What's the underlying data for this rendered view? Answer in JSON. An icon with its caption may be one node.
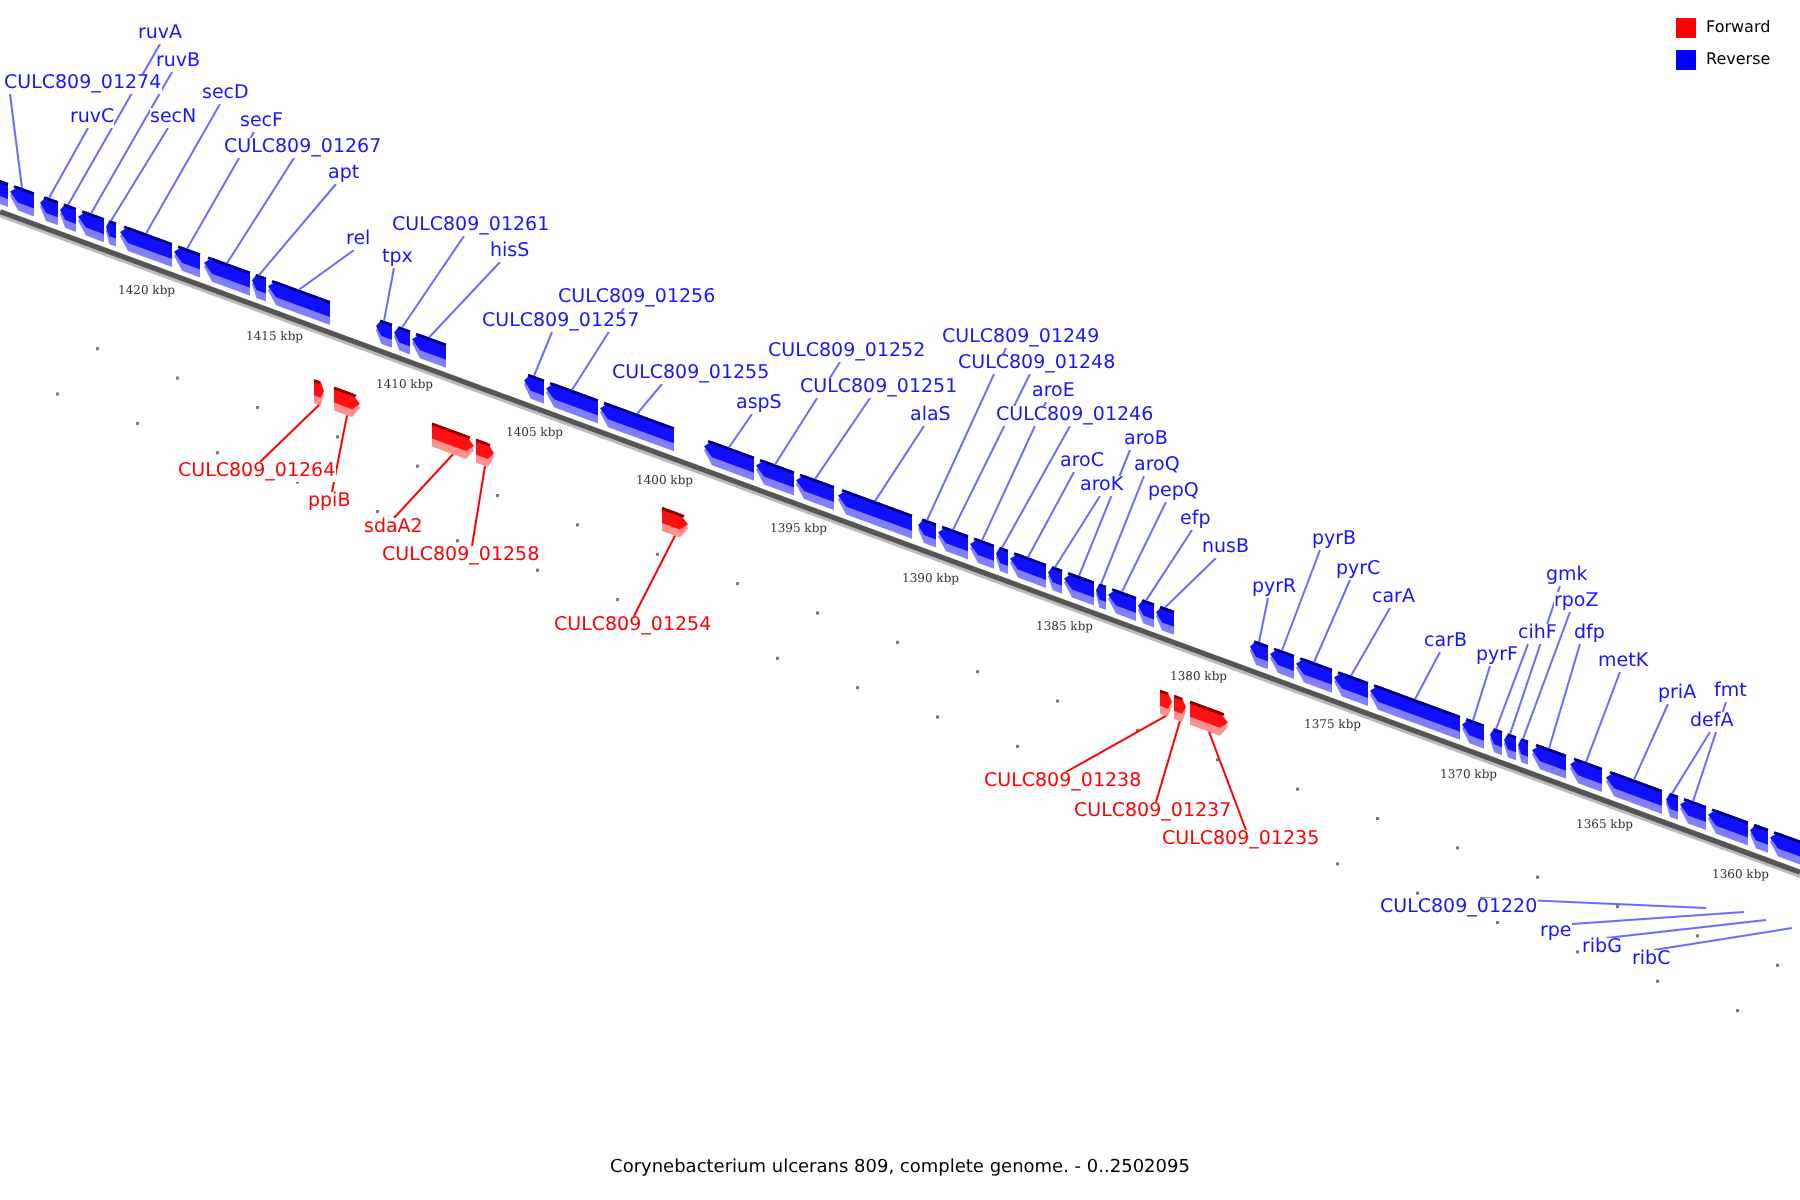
{
  "diagram": {
    "caption": "Corynebacterium ulcerans 809, complete genome. - 0..2502095",
    "nodes": [
      {
        "text": [
          "CULC809_01274"
        ]
      },
      {
        "text": [
          "ruvA"
        ]
      },
      {
        "text": [
          "ruvB"
        ]
      },
      {
        "text": [
          "ruvC"
        ]
      },
      {
        "text": [
          "secN"
        ]
      },
      {
        "text": [
          "secD"
        ]
      },
      {
        "text": [
          "secF"
        ]
      },
      {
        "text": [
          "CULC809_01267"
        ]
      },
      {
        "text": [
          "apt"
        ]
      },
      {
        "text": [
          "rel"
        ]
      },
      {
        "text": [
          "tpx"
        ]
      },
      {
        "text": [
          "CULC809_01261"
        ]
      },
      {
        "text": [
          "hisS"
        ]
      },
      {
        "text": [
          "CULC809_01256"
        ]
      },
      {
        "text": [
          "CULC809_01257"
        ]
      },
      {
        "text": [
          "CULC809_01255"
        ]
      },
      {
        "text": [
          "aspS"
        ]
      },
      {
        "text": [
          "CULC809_01252"
        ]
      },
      {
        "text": [
          "CULC809_01251"
        ]
      },
      {
        "text": [
          "alaS"
        ]
      },
      {
        "text": [
          "CULC809_01249"
        ]
      },
      {
        "text": [
          "CULC809_01248"
        ]
      },
      {
        "text": [
          "aroE"
        ]
      },
      {
        "text": [
          "CULC809_01246"
        ]
      },
      {
        "text": [
          "aroC"
        ]
      },
      {
        "text": [
          "aroK"
        ]
      },
      {
        "text": [
          "aroB"
        ]
      },
      {
        "text": [
          "aroQ"
        ]
      },
      {
        "text": [
          "pepQ"
        ]
      },
      {
        "text": [
          "efp"
        ]
      },
      {
        "text": [
          "nusB"
        ]
      },
      {
        "text": [
          "pyrR"
        ]
      },
      {
        "text": [
          "pyrB"
        ]
      },
      {
        "text": [
          "pyrC"
        ]
      },
      {
        "text": [
          "carA"
        ]
      },
      {
        "text": [
          "carB"
        ]
      },
      {
        "text": [
          "pyrF"
        ]
      },
      {
        "text": [
          "cihF"
        ]
      },
      {
        "text": [
          "gmk"
        ]
      },
      {
        "text": [
          "rpoZ"
        ]
      },
      {
        "text": [
          "dfp"
        ]
      },
      {
        "text": [
          "metK"
        ]
      },
      {
        "text": [
          "priA"
        ]
      },
      {
        "text": [
          "defA"
        ]
      },
      {
        "text": [
          "fmt"
        ]
      },
      {
        "text": [
          "CULC809_01220"
        ]
      },
      {
        "text": [
          "rpe"
        ]
      },
      {
        "text": [
          "ribG"
        ]
      },
      {
        "text": [
          "ribC"
        ]
      },
      {
        "text": [
          "CULC809_01264"
        ]
      },
      {
        "text": [
          "ppiB"
        ]
      },
      {
        "text": [
          "sdaA2"
        ]
      },
      {
        "text": [
          "CULC809_01258"
        ]
      },
      {
        "text": [
          "CULC809_01254"
        ]
      },
      {
        "text": [
          "CULC809_01238"
        ]
      },
      {
        "text": [
          "CULC809_01237"
        ]
      },
      {
        "text": [
          "CULC809_01235"
        ]
      },
      {
        "text": [],
        "shape": "bar"
      },
      {
        "text": [],
        "shape": "bar"
      },
      {
        "text": [],
        "shape": "bar"
      },
      {
        "text": [],
        "shape": "bar"
      },
      {
        "text": [],
        "shape": "bar"
      },
      {
        "text": [],
        "shape": "bar"
      },
      {
        "text": [],
        "shape": "bar"
      },
      {
        "text": [],
        "shape": "bar"
      },
      {
        "text": [],
        "shape": "bar"
      },
      {
        "text": [],
        "shape": "bar"
      },
      {
        "text": [],
        "shape": "bar"
      },
      {
        "text": [],
        "shape": "bar"
      },
      {
        "text": [],
        "shape": "bar"
      },
      {
        "text": [],
        "shape": "bar"
      },
      {
        "text": [],
        "shape": "bar"
      },
      {
        "text": [],
        "shape": "bar"
      },
      {
        "text": [],
        "shape": "bar"
      },
      {
        "text": [],
        "shape": "bar"
      },
      {
        "text": [],
        "shape": "bar"
      },
      {
        "text": [],
        "shape": "bar"
      },
      {
        "text": [],
        "shape": "bar"
      },
      {
        "text": [],
        "shape": "bar"
      },
      {
        "text": [],
        "shape": "bar"
      },
      {
        "text": [],
        "shape": "bar"
      },
      {
        "text": [],
        "shape": "bar"
      },
      {
        "text": [],
        "shape": "bar"
      },
      {
        "text": [],
        "shape": "bar"
      },
      {
        "text": [],
        "shape": "bar"
      },
      {
        "text": [],
        "shape": "bar"
      },
      {
        "text": [],
        "shape": "bar"
      },
      {
        "text": [],
        "shape": "bar"
      },
      {
        "text": [],
        "shape": "bar"
      },
      {
        "text": [],
        "shape": "bar"
      },
      {
        "text": [],
        "shape": "bar"
      },
      {
        "text": [],
        "shape": "bar"
      },
      {
        "text": [],
        "shape": "bar"
      },
      {
        "text": [],
        "shape": "bar"
      },
      {
        "text": [],
        "shape": "bar"
      },
      {
        "text": [],
        "shape": "bar"
      },
      {
        "text": [],
        "shape": "bar"
      },
      {
        "text": [],
        "shape": "bar"
      },
      {
        "text": [],
        "shape": "bar"
      },
      {
        "text": [],
        "shape": "bar"
      },
      {
        "text": [],
        "shape": "bar"
      },
      {
        "text": [],
        "shape": "bar"
      },
      {
        "text": [],
        "shape": "bar"
      },
      {
        "text": [],
        "shape": "bar"
      },
      {
        "text": [],
        "shape": "bar"
      },
      {
        "text": [],
        "shape": "bar"
      },
      {
        "text": [],
        "shape": "bar"
      },
      {
        "text": [],
        "shape": "bar"
      },
      {
        "text": [],
        "shape": "bar"
      },
      {
        "text": [],
        "shape": "bar"
      },
      {
        "text": [],
        "shape": "bar"
      },
      {
        "text": [],
        "shape": "bar"
      },
      {
        "text": [],
        "shape": "bar"
      },
      {
        "text": [],
        "shape": "bar"
      }
    ],
    "edges": [
      {
        "from": 0,
        "to": 58,
        "arrow": "none"
      },
      {
        "from": 1,
        "to": 60,
        "arrow": "none"
      },
      {
        "from": 2,
        "to": 61,
        "arrow": "none"
      },
      {
        "from": 3,
        "to": 59,
        "arrow": "none"
      },
      {
        "from": 4,
        "to": 62,
        "arrow": "none"
      },
      {
        "from": 5,
        "to": 63,
        "arrow": "none"
      },
      {
        "from": 6,
        "to": 64,
        "arrow": "none"
      },
      {
        "from": 7,
        "to": 65,
        "arrow": "none"
      },
      {
        "from": 8,
        "to": 66,
        "arrow": "none"
      },
      {
        "from": 9,
        "to": 67,
        "arrow": "none"
      },
      {
        "from": 10,
        "to": 68,
        "arrow": "none"
      },
      {
        "from": 11,
        "to": 69,
        "arrow": "none"
      },
      {
        "from": 12,
        "to": 70,
        "arrow": "none"
      },
      {
        "from": 13,
        "to": 72,
        "arrow": "none"
      },
      {
        "from": 14,
        "to": 71,
        "arrow": "none"
      },
      {
        "from": 15,
        "to": 73,
        "arrow": "none"
      },
      {
        "from": 16,
        "to": 74,
        "arrow": "none"
      },
      {
        "from": 17,
        "to": 75,
        "arrow": "none"
      },
      {
        "from": 18,
        "to": 76,
        "arrow": "none"
      },
      {
        "from": 19,
        "to": 77,
        "arrow": "none"
      },
      {
        "from": 20,
        "to": 78,
        "arrow": "none"
      },
      {
        "from": 21,
        "to": 79,
        "arrow": "none"
      },
      {
        "from": 22,
        "to": 80,
        "arrow": "none"
      },
      {
        "from": 23,
        "to": 81,
        "arrow": "none"
      },
      {
        "from": 24,
        "to": 82,
        "arrow": "none"
      },
      {
        "from": 25,
        "to": 83,
        "arrow": "none"
      },
      {
        "from": 26,
        "to": 84,
        "arrow": "none"
      },
      {
        "from": 27,
        "to": 85,
        "arrow": "none"
      },
      {
        "from": 28,
        "to": 86,
        "arrow": "none"
      },
      {
        "from": 29,
        "to": 87,
        "arrow": "none"
      },
      {
        "from": 30,
        "to": 88,
        "arrow": "none"
      },
      {
        "from": 31,
        "to": 89,
        "arrow": "none"
      },
      {
        "from": 32,
        "to": 90,
        "arrow": "none"
      },
      {
        "from": 33,
        "to": 91,
        "arrow": "none"
      },
      {
        "from": 34,
        "to": 92,
        "arrow": "none"
      },
      {
        "from": 35,
        "to": 93,
        "arrow": "none"
      },
      {
        "from": 36,
        "to": 94,
        "arrow": "none"
      },
      {
        "from": 37,
        "to": 95,
        "arrow": "none"
      },
      {
        "from": 38,
        "to": 96,
        "arrow": "none"
      },
      {
        "from": 39,
        "to": 97,
        "arrow": "none"
      },
      {
        "from": 40,
        "to": 98,
        "arrow": "none"
      },
      {
        "from": 41,
        "to": 99,
        "arrow": "none"
      },
      {
        "from": 42,
        "to": 100,
        "arrow": "none"
      },
      {
        "from": 43,
        "to": 101,
        "arrow": "none"
      },
      {
        "from": 44,
        "to": 102,
        "arrow": "none"
      },
      {
        "from": 45,
        "to": null,
        "arrow": "none"
      },
      {
        "from": 46,
        "to": null,
        "arrow": "none"
      },
      {
        "from": 47,
        "to": null,
        "arrow": "none"
      },
      {
        "from": 48,
        "to": null,
        "arrow": "none"
      },
      {
        "from": 49,
        "to": 106,
        "arrow": "none",
        "color": "#ff0000"
      },
      {
        "from": 50,
        "to": 107,
        "arrow": "none",
        "color": "#ff0000"
      },
      {
        "from": 51,
        "to": 108,
        "arrow": "none",
        "color": "#ff0000"
      },
      {
        "from": 52,
        "to": 109,
        "arrow": "none",
        "color": "#ff0000"
      },
      {
        "from": 53,
        "to": 110,
        "arrow": "none",
        "color": "#ff0000"
      },
      {
        "from": 54,
        "to": 111,
        "arrow": "none",
        "color": "#ff0000"
      },
      {
        "from": 55,
        "to": 112,
        "arrow": "none",
        "color": "#ff0000"
      },
      {
        "from": 56,
        "to": 113,
        "arrow": "none",
        "color": "#ff0000"
      }
    ],
    "labels": [
      "1420 kbp",
      "1415 kbp",
      "1410 kbp",
      "1405 kbp",
      "1400 kbp",
      "1395 kbp",
      "1390 kbp",
      "1385 kbp",
      "1380 kbp",
      "1375 kbp",
      "1370 kbp",
      "1365 kbp",
      "1360 kbp"
    ],
    "legend": [
      {
        "text": "Forward",
        "color": "#ff0000"
      },
      {
        "text": "Reverse",
        "color": "#0000ff"
      }
    ]
  }
}
